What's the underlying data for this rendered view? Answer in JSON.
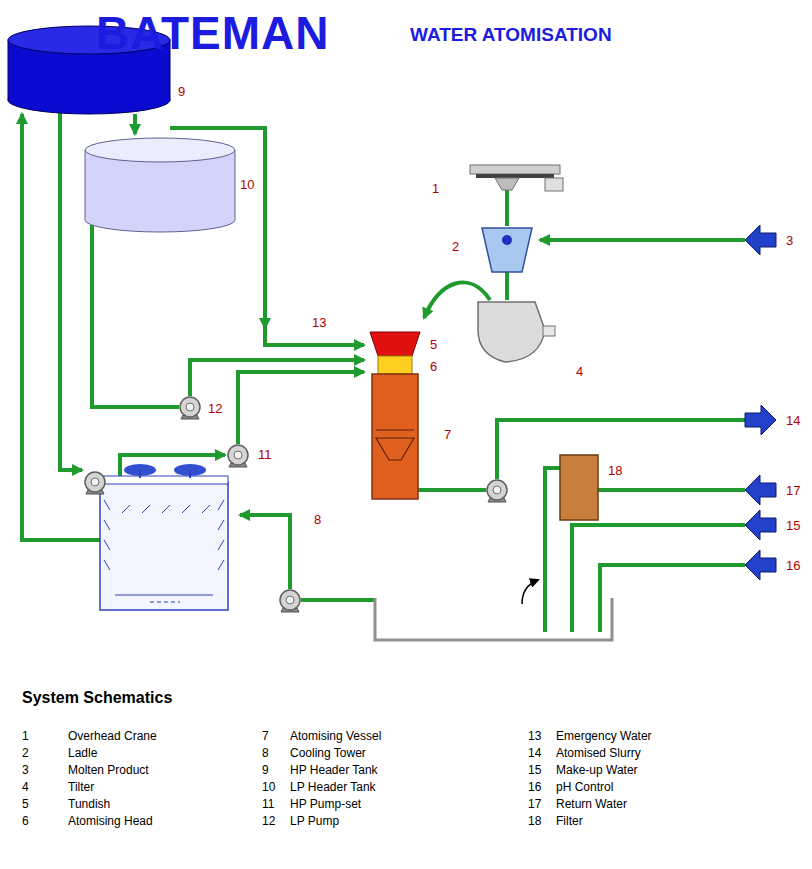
{
  "diagram": {
    "title": "WATER ATOMISATION",
    "labels": [
      "BATEMAN",
      "9",
      "10",
      "1",
      "2",
      "3",
      "13",
      "5",
      "6",
      "4",
      "7",
      "11",
      "12",
      "14",
      "18",
      "17",
      "15",
      "16",
      "8",
      "System Schematics",
      "1",
      "Overhead Crane",
      "2",
      "Ladle",
      "3",
      "Molten Product",
      "4",
      "Tilter",
      "5",
      "Tundish",
      "6",
      "Atomising Head",
      "7",
      "Atomising Vessel",
      "8",
      "Cooling Tower",
      "9",
      "HP Header Tank",
      "10",
      "LP Header Tank",
      "11",
      "HP Pump-set",
      "12",
      "LP Pump",
      "13",
      "Emergency Water",
      "14",
      "Atomised Slurry",
      "15",
      "Make-up Water",
      "16",
      "pH Control",
      "17",
      "Return Water",
      "18",
      "Filter"
    ]
  }
}
